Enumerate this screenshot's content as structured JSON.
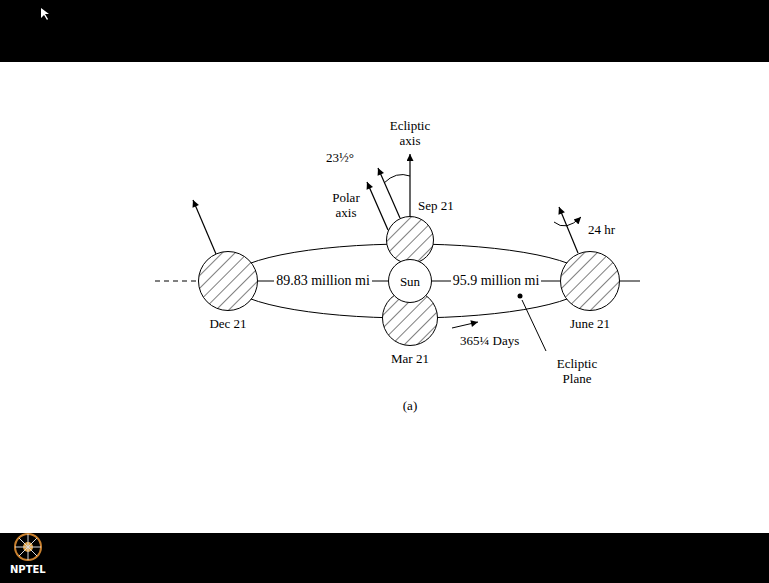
{
  "diagram": {
    "nodes": [
      {
        "text": [
          "Dec 21"
        ]
      },
      {
        "text": [
          "Sep 21"
        ]
      },
      {
        "text": [
          "Sun"
        ]
      },
      {
        "text": [
          "Mar 21"
        ]
      },
      {
        "text": [
          "June 21"
        ]
      }
    ],
    "edges": [
      {
        "from": 0,
        "to": 2,
        "arrow": "none",
        "label": "89.83 million mi"
      },
      {
        "from": 2,
        "to": 4,
        "arrow": "none",
        "label": "95.9 million mi"
      }
    ],
    "labels": [
      "Ecliptic axis",
      "23½°",
      "Polar axis",
      "24 hr",
      "365¼ Days",
      "Ecliptic Plane",
      "(a)",
      "NPTEL"
    ]
  }
}
